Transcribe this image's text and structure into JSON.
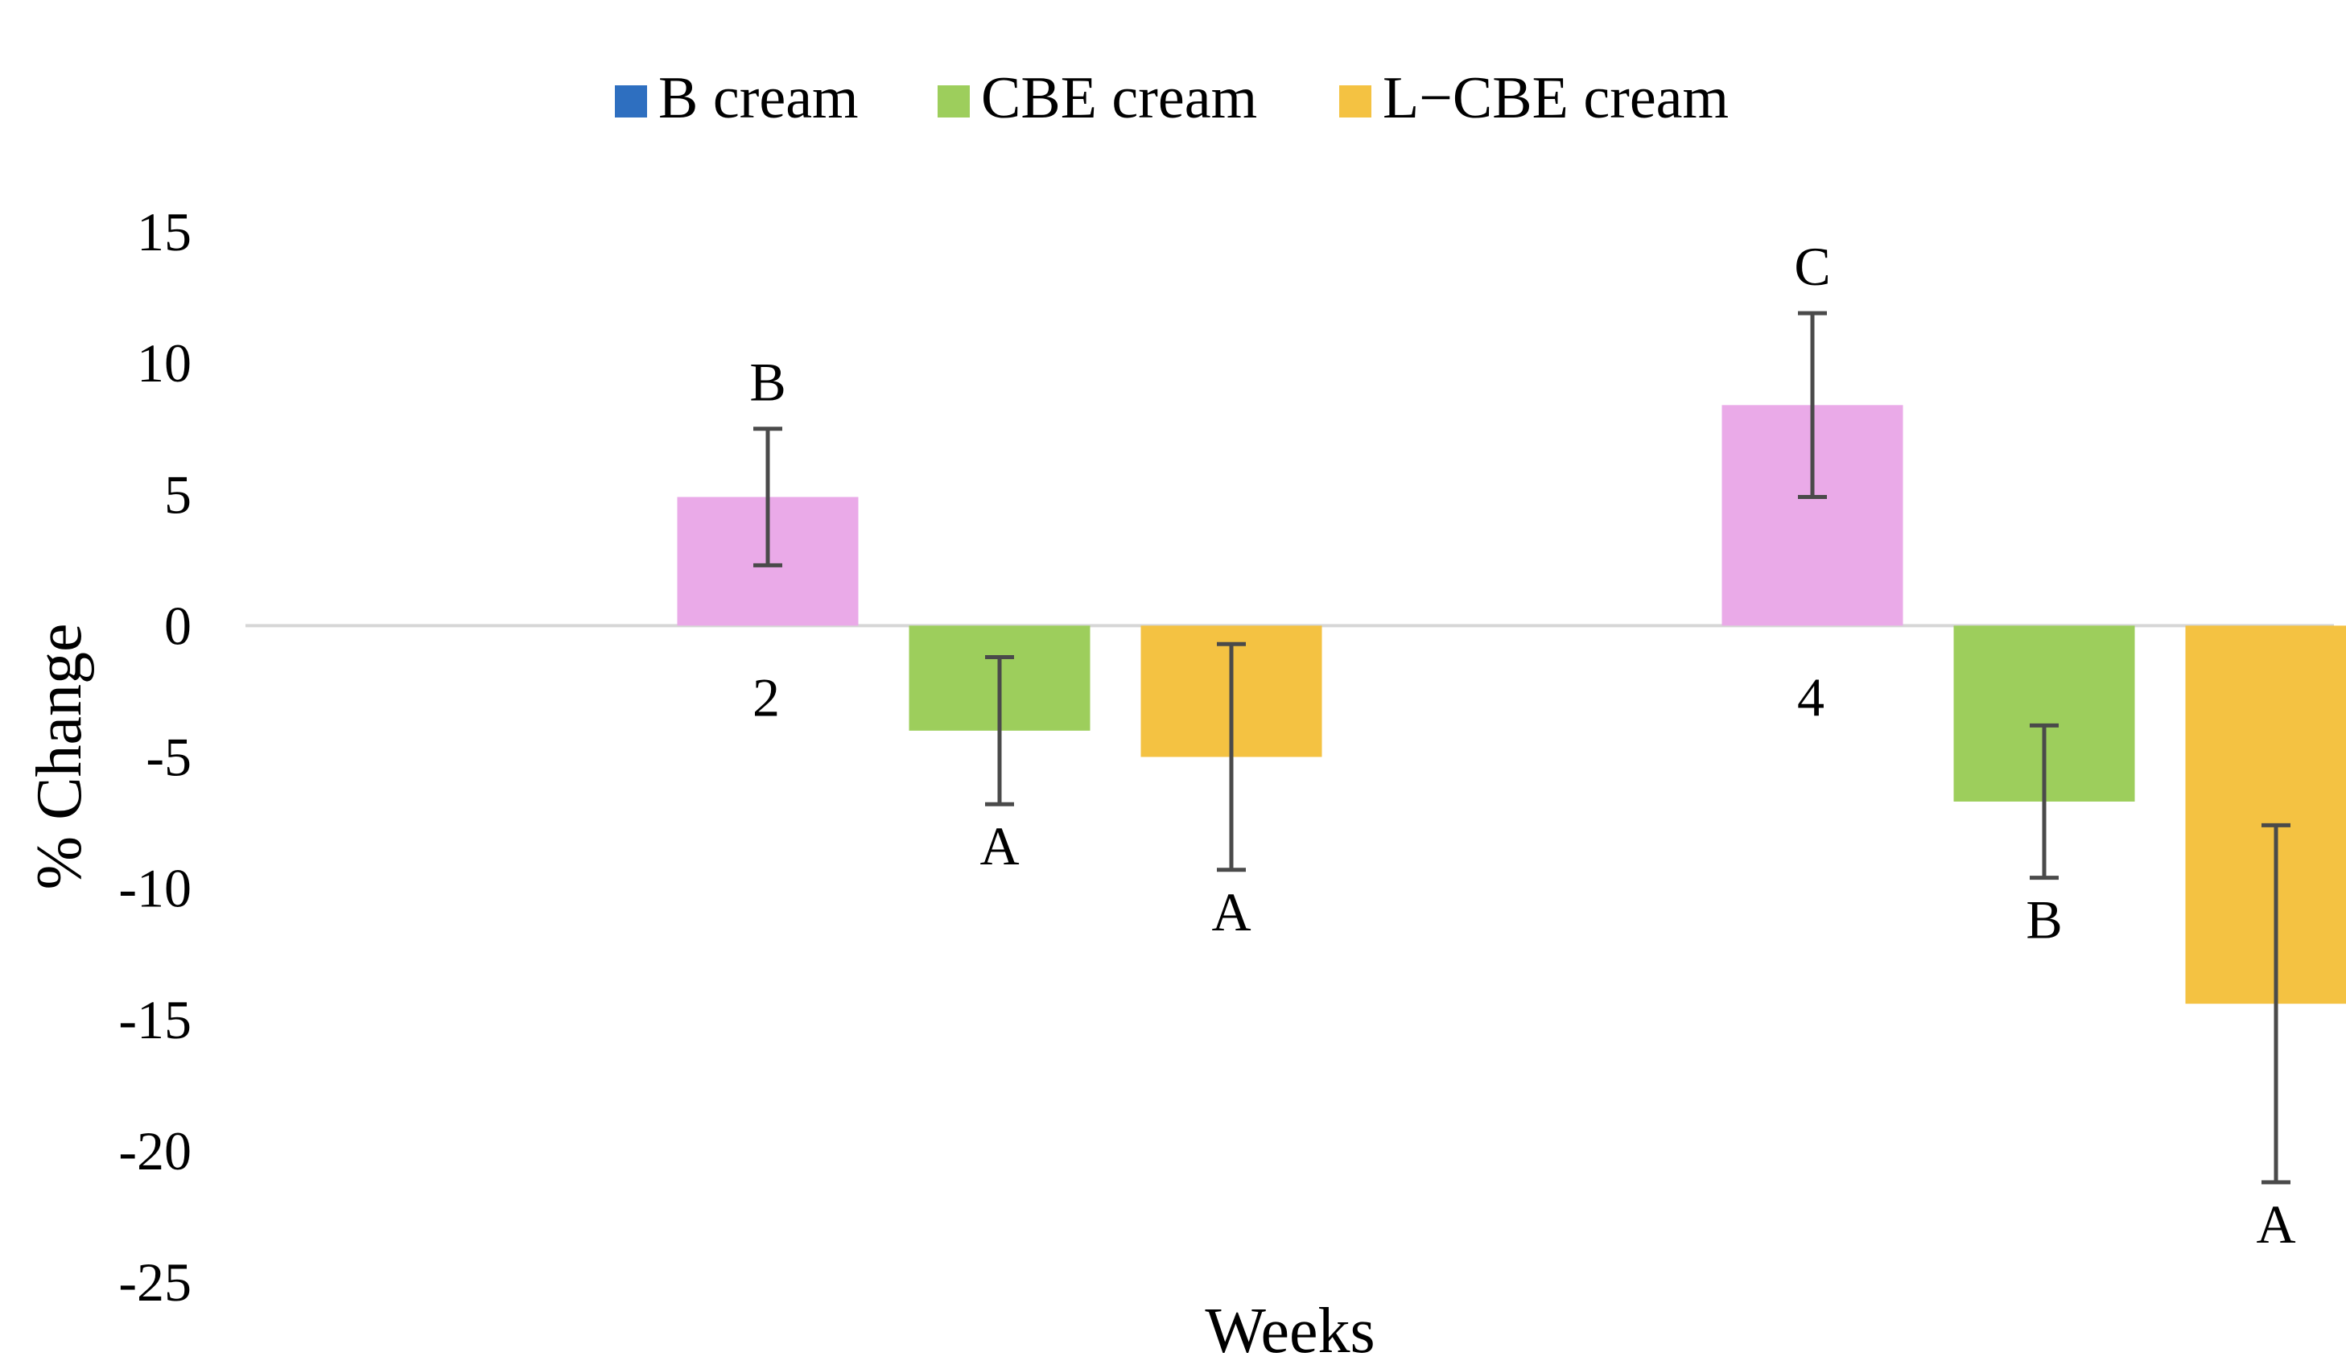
{
  "chart_data": {
    "type": "bar",
    "xlabel": "Weeks",
    "ylabel": "% Change",
    "ylim": [
      -25,
      15
    ],
    "yticks": [
      15,
      10,
      5,
      0,
      -5,
      -10,
      -15,
      -20,
      -25
    ],
    "categories": [
      "2",
      "4"
    ],
    "legend_position": "top",
    "grid": false,
    "series": [
      {
        "name": "B cream",
        "legend_color": "#2E6FC0",
        "bar_color": "#EAAAE8",
        "values": [
          4.9,
          8.4
        ],
        "errors": [
          2.6,
          3.5
        ],
        "letters": [
          "B",
          "C"
        ]
      },
      {
        "name": "CBE cream",
        "legend_color": "#9DCE5C",
        "bar_color": "#9DCE5C",
        "values": [
          -4.0,
          -6.7
        ],
        "errors": [
          2.8,
          2.9
        ],
        "letters": [
          "A",
          "B"
        ]
      },
      {
        "name": "L−CBE cream",
        "legend_color": "#F4C242",
        "bar_color": "#F4C242",
        "values": [
          -5.0,
          -14.4
        ],
        "errors": [
          4.3,
          6.8
        ],
        "letters": [
          "A",
          "A"
        ]
      }
    ]
  }
}
